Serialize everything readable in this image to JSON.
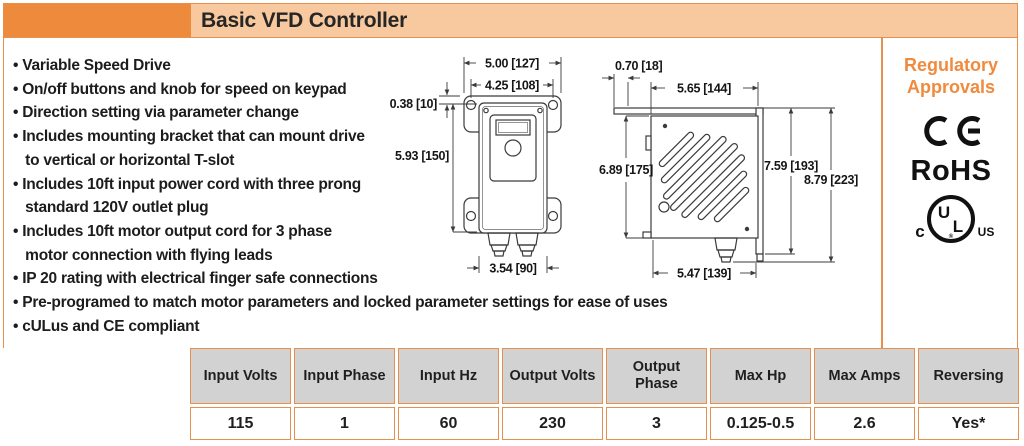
{
  "header": {
    "title": "Basic VFD Controller"
  },
  "features": {
    "items": [
      "• Variable Speed Drive",
      "• On/off buttons and knob for speed on keypad",
      "• Direction setting via parameter change",
      "• Includes mounting bracket that can mount drive\n   to vertical or horizontal T-slot",
      "• Includes 10ft input power cord with three prong\n   standard 120V outlet plug",
      "• Includes 10ft motor output cord for 3 phase\n   motor connection with flying leads",
      "• IP 20 rating with electrical finger safe connections",
      "• Pre-programed to match motor parameters and locked parameter settings for ease of uses",
      "• cULus and CE compliant"
    ]
  },
  "drawing": {
    "front_view": {
      "width_overall": "5.00 [127]",
      "width_holes": "4.25 [108]",
      "hole_offset": "0.38 [10]",
      "height": "5.93 [150]",
      "width_body": "3.54 [90]"
    },
    "side_view": {
      "bracket_offset": "0.70 [18]",
      "depth_top": "5.65 [144]",
      "height_body": "6.89 [175]",
      "height_bracket": "7.59 [193]",
      "height_overall": "8.79 [223]",
      "depth_bottom": "5.47 [139]"
    }
  },
  "regulatory": {
    "title": "Regulatory Approvals",
    "rohs_label": "RoHS",
    "ul_u": "U",
    "ul_l": "L",
    "ul_c": "c",
    "ul_us": "US",
    "ul_r": "®"
  },
  "table": {
    "columns": [
      {
        "header": "Input Volts",
        "value": "115"
      },
      {
        "header": "Input Phase",
        "value": "1"
      },
      {
        "header": "Input Hz",
        "value": "60"
      },
      {
        "header": "Output Volts",
        "value": "230"
      },
      {
        "header": "Output\nPhase",
        "value": "3"
      },
      {
        "header": "Max Hp",
        "value": "0.125-0.5"
      },
      {
        "header": "Max Amps",
        "value": "2.6"
      },
      {
        "header": "Reversing",
        "value": "Yes*"
      }
    ]
  },
  "colors": {
    "accent_orange": "#EE8A3C",
    "accent_light_orange": "#F8C99E",
    "border_orange": "#E6904F",
    "table_header_gray": "#D2D2D2"
  }
}
